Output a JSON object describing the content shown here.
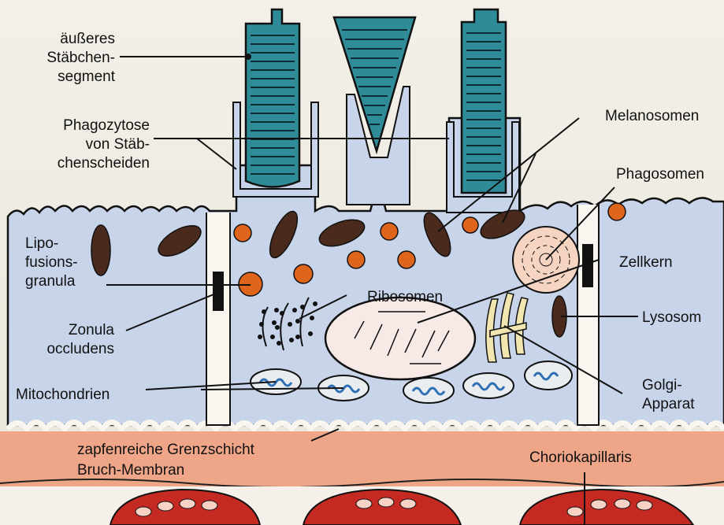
{
  "labels": {
    "outer_rod_segment": "äußeres\nStäbchen-\nsegment",
    "phagocytosis": "Phagozytose\nvon Stäb-\nchenscheiden",
    "melanosomes": "Melanosomen",
    "phagosomes": "Phagosomen",
    "lipofuscin": "Lipo-\nfusions-\ngranula",
    "nucleus": "Zellkern",
    "ribosomes": "Ribosomen",
    "lysosome": "Lysosom",
    "zonula": "Zonula\noccludens",
    "mitochondria": "Mitochondrien",
    "golgi": "Golgi-\nApparat",
    "cone_layer": "zapfenreiche Grenzschicht",
    "bruch": "Bruch-Membran",
    "choriocapillaris": "Choriokapillaris"
  },
  "colors": {
    "cell": "#c8d4ea",
    "rod": "#2f8b97",
    "membrane": "#f8f6ee",
    "melanin": "#4a2a1c",
    "lipofuscin": "#e0651c",
    "bruch": "#efa688",
    "vessel": "#c42a22"
  }
}
